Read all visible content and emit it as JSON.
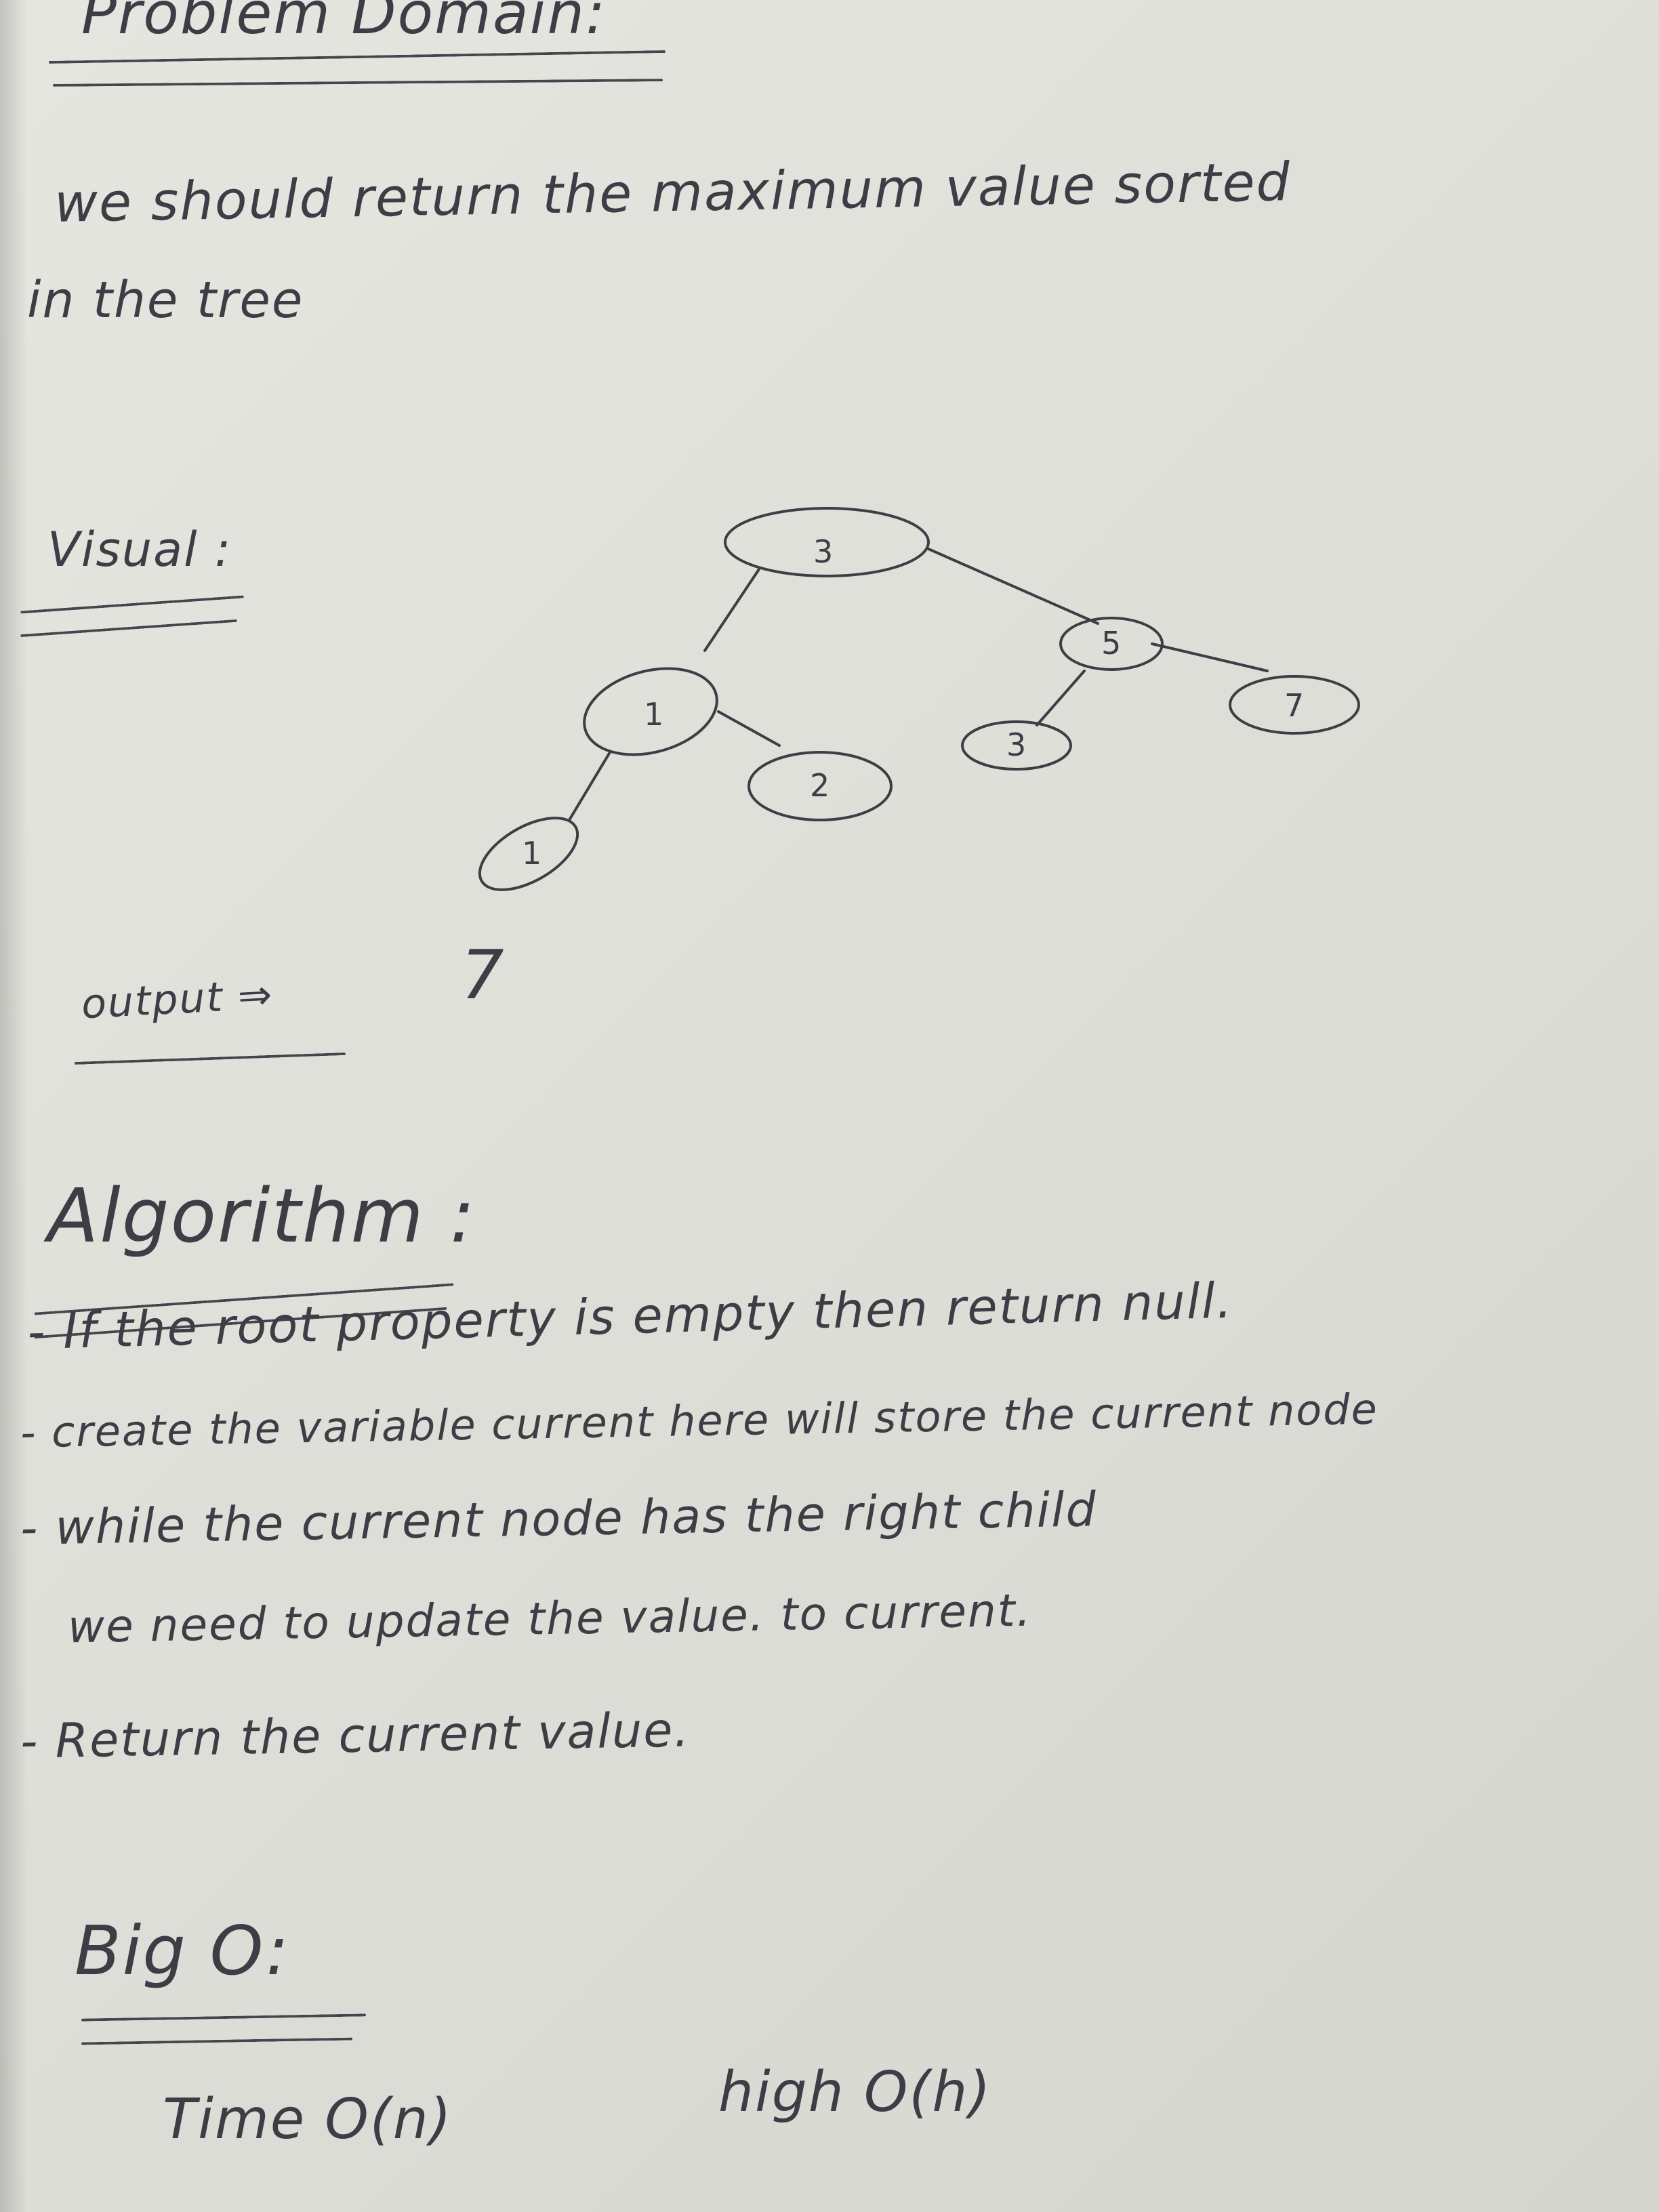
{
  "problem_domain": {
    "heading": "Problem Domain:",
    "description_line1": "we should return the maximum value sorted",
    "description_line2": "in the tree"
  },
  "visual": {
    "heading": "Visual :",
    "tree_nodes": [
      "3",
      "1",
      "5",
      "2",
      "3",
      "7",
      "1"
    ],
    "output_label": "output ⇒",
    "output_value": "7"
  },
  "algorithm": {
    "heading": "Algorithm :",
    "steps": [
      "- If the root property is empty then return null.",
      "- create the variable current here will store the current node",
      "- while the current node has the right child",
      "we need to update the value. to current.",
      "- Return the current value."
    ]
  },
  "big_o": {
    "heading": "Big O:",
    "time_label": "Time O(n)",
    "space_label": "high O(h)"
  }
}
